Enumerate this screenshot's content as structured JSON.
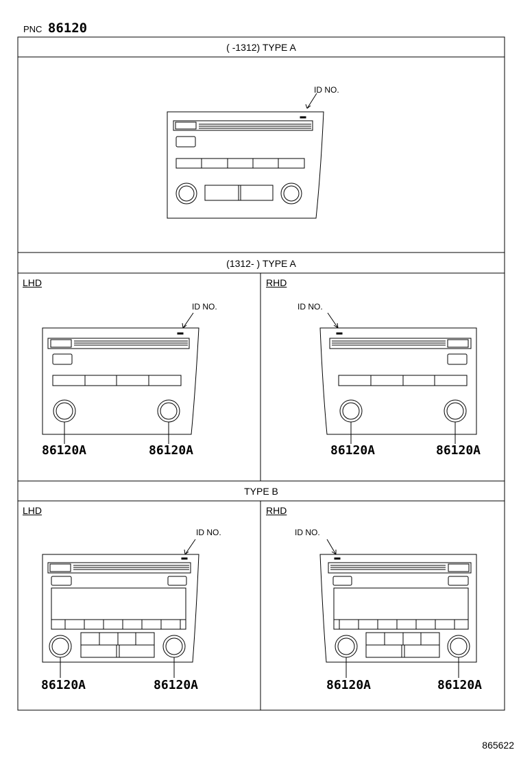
{
  "header": {
    "pnc_label": "PNC",
    "pnc_number": "86120"
  },
  "sections": {
    "type_a_early": {
      "title": "(       -1312)  TYPE A",
      "id_label": "ID NO."
    },
    "type_a_late": {
      "title": "(1312-       )  TYPE A",
      "lhd": {
        "label": "LHD",
        "id_label": "ID NO.",
        "parts": [
          "86120A",
          "86120A"
        ]
      },
      "rhd": {
        "label": "RHD",
        "id_label": "ID NO.",
        "parts": [
          "86120A",
          "86120A"
        ]
      }
    },
    "type_b": {
      "title": "TYPE B",
      "lhd": {
        "label": "LHD",
        "id_label": "ID NO.",
        "parts": [
          "86120A",
          "86120A"
        ]
      },
      "rhd": {
        "label": "RHD",
        "id_label": "ID NO.",
        "parts": [
          "86120A",
          "86120A"
        ]
      }
    }
  },
  "footer": {
    "code": "865622"
  }
}
